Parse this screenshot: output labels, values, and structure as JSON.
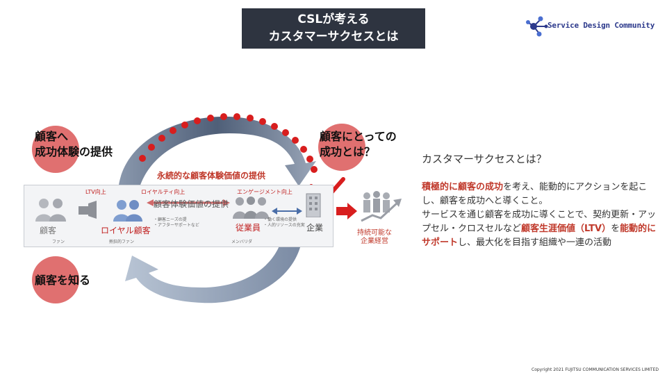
{
  "header": {
    "title_line1": "CSLが考える",
    "title_line2": "カスタマーサクセスとは",
    "logo_text": "Service Design Community"
  },
  "cycle": {
    "circle_provide_line1": "顧客へ",
    "circle_provide_line2": "成功体験の提供",
    "circle_success_line1": "顧客にとっての",
    "circle_success_line2": "成功とは？",
    "circle_know": "顧客を知る",
    "continuous_value": "永続的な顧客体験価値の提供"
  },
  "panel": {
    "ltv_up": "LTV向上",
    "loyalty_up": "ロイヤルティ向上",
    "engagement_up": "エンゲージメント向上",
    "customer": "顧客",
    "customer_sub": "ファン",
    "loyal_customer": "ロイヤル顧客",
    "loyal_sub": "熱狂的ファン",
    "cx_value": "顧客体験価値の提供",
    "bullets_left_line1": "・顧客ニーズの提",
    "bullets_left_line2": "・アフターサポートなど",
    "employee": "従業員",
    "employee_sub": "メンバリダ",
    "bullets_right_line1": "・働く環境の提供",
    "bullets_right_line2": "・人的リソースの充実",
    "company": "企業",
    "sustainable_line1": "持続可能な",
    "sustainable_line2": "企業経営"
  },
  "right": {
    "heading": "カスタマーサクセスとは？",
    "p1_hl": "積極的に顧客の成功",
    "p1_rest": "を考え、能動的にアクションを起こし、顧客を成功へと導くこと。",
    "p2_a": "サービスを通じ顧客を成功に導くことで、契約更新・アップセル・クロスセルなど",
    "p2_hl1": "顧客生涯価値（LTV）",
    "p2_b": "を",
    "p2_hl2": "能動的にサポート",
    "p2_c": "し、最大化を目指す組織や一連の活動"
  },
  "footer": {
    "copyright": "Copyright 2021 FUJITSU COMMUNICATION SERVICES LIMITED"
  },
  "colors": {
    "title_bg": "#2e3440",
    "circle_fill": "#e07070",
    "accent_red": "#c0392b",
    "arrow_blue": "#5f6f86"
  }
}
